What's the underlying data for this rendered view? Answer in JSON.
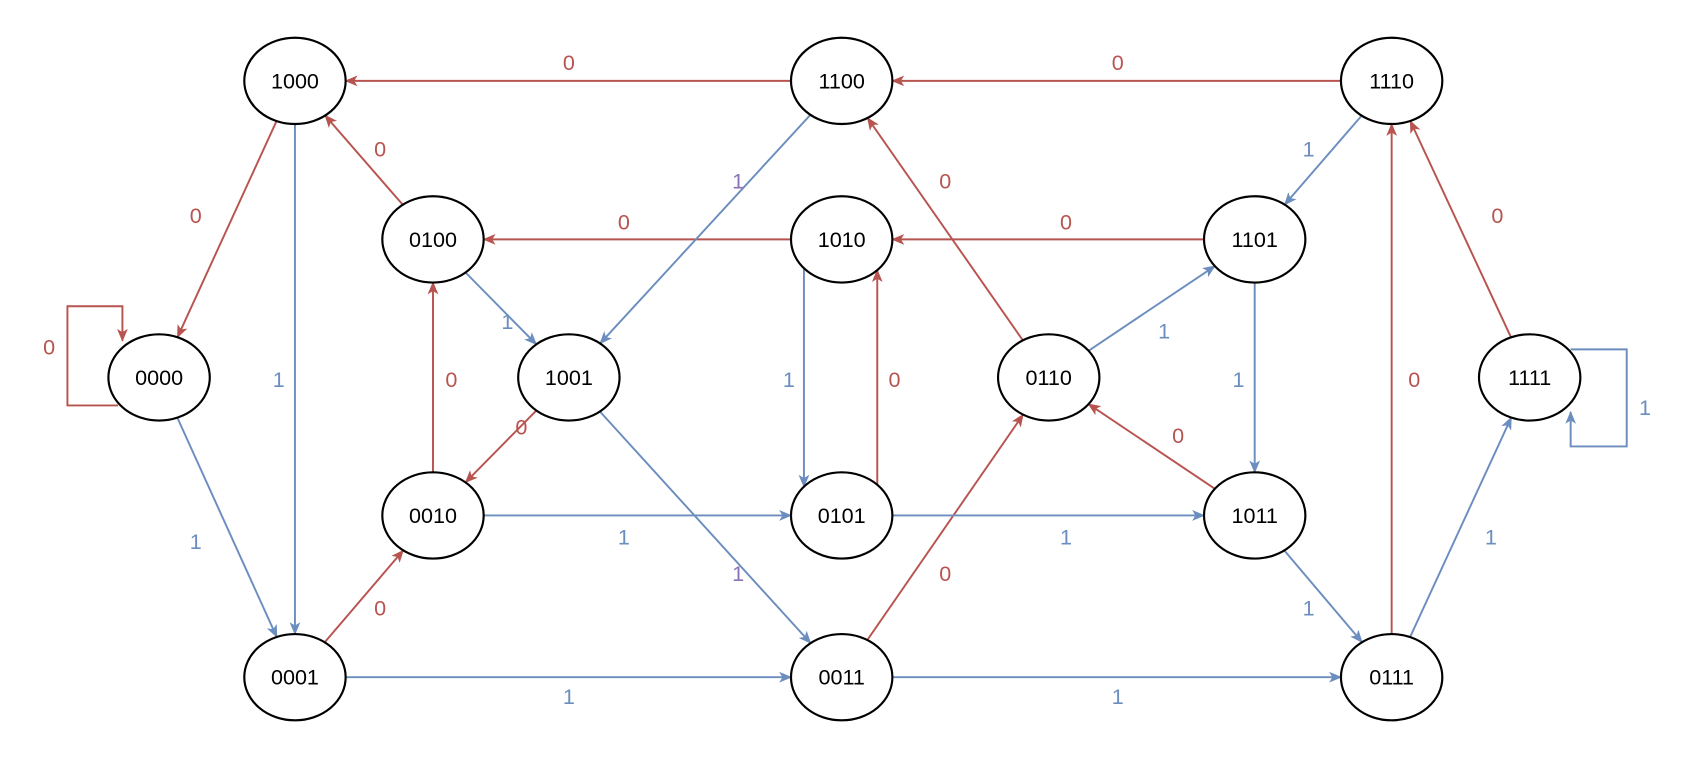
{
  "title": "",
  "colors": {
    "zero": "#b85450",
    "one": "#6c8ebf",
    "one_alt": "#8a72b8",
    "node_stroke": "#000000"
  },
  "nodes": [
    "0000",
    "0001",
    "0010",
    "0011",
    "0100",
    "0101",
    "0110",
    "0111",
    "1000",
    "1001",
    "1010",
    "1011",
    "1100",
    "1101",
    "1110",
    "1111"
  ],
  "edges": [
    {
      "from": "0000",
      "to": "0000",
      "label": "0"
    },
    {
      "from": "0000",
      "to": "0001",
      "label": "1"
    },
    {
      "from": "0001",
      "to": "0010",
      "label": "0"
    },
    {
      "from": "0001",
      "to": "0011",
      "label": "1"
    },
    {
      "from": "0010",
      "to": "0100",
      "label": "0"
    },
    {
      "from": "0010",
      "to": "0101",
      "label": "1"
    },
    {
      "from": "0011",
      "to": "0110",
      "label": "0"
    },
    {
      "from": "0011",
      "to": "0111",
      "label": "1"
    },
    {
      "from": "0100",
      "to": "1000",
      "label": "0"
    },
    {
      "from": "0100",
      "to": "1001",
      "label": "1"
    },
    {
      "from": "0101",
      "to": "1010",
      "label": "0"
    },
    {
      "from": "0101",
      "to": "1011",
      "label": "1"
    },
    {
      "from": "0110",
      "to": "1100",
      "label": "0"
    },
    {
      "from": "0110",
      "to": "1101",
      "label": "1"
    },
    {
      "from": "0111",
      "to": "1110",
      "label": "0"
    },
    {
      "from": "0111",
      "to": "1111",
      "label": "1"
    },
    {
      "from": "1000",
      "to": "0000",
      "label": "0"
    },
    {
      "from": "1000",
      "to": "0001",
      "label": "1"
    },
    {
      "from": "1001",
      "to": "0010",
      "label": "0"
    },
    {
      "from": "1001",
      "to": "0011",
      "label": "1"
    },
    {
      "from": "1010",
      "to": "0100",
      "label": "0"
    },
    {
      "from": "1010",
      "to": "0101",
      "label": "1"
    },
    {
      "from": "1011",
      "to": "0110",
      "label": "0"
    },
    {
      "from": "1011",
      "to": "0111",
      "label": "1"
    },
    {
      "from": "1100",
      "to": "1000",
      "label": "0"
    },
    {
      "from": "1100",
      "to": "1001",
      "label": "1"
    },
    {
      "from": "1101",
      "to": "1010",
      "label": "0"
    },
    {
      "from": "1101",
      "to": "1011",
      "label": "1"
    },
    {
      "from": "1110",
      "to": "1100",
      "label": "0"
    },
    {
      "from": "1110",
      "to": "1101",
      "label": "1"
    },
    {
      "from": "1111",
      "to": "1110",
      "label": "0"
    },
    {
      "from": "1111",
      "to": "1111",
      "label": "1"
    }
  ]
}
